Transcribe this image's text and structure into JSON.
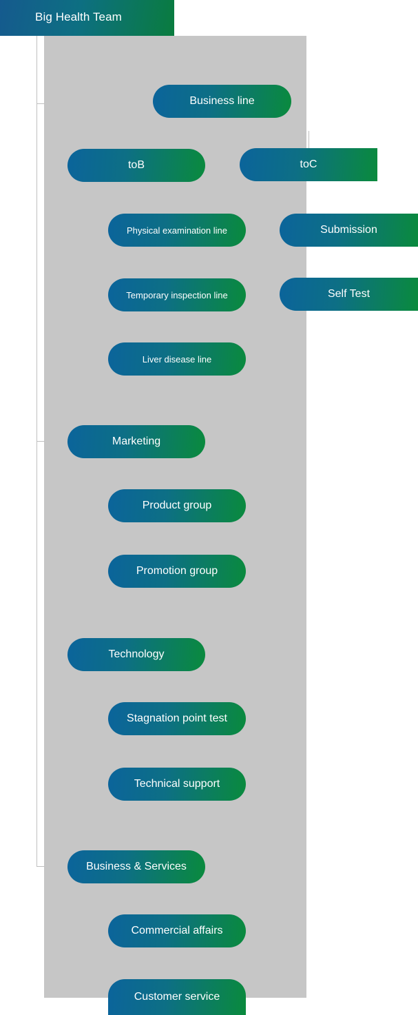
{
  "header": {
    "title": "Big Health Team"
  },
  "colors": {
    "pill_gradient_start": "#0b649b",
    "pill_gradient_end": "#0a8a3d",
    "header_gradient_start": "#155a8e",
    "header_gradient_end": "#0a7c3e",
    "panel_background": "#c6c6c6",
    "rail_line": "#bfbfbf",
    "pill_text": "#ffffff"
  },
  "chart_data": {
    "type": "diagram",
    "title": "Big Health Team",
    "orientation": "vertical-tree",
    "root": "Big Health Team",
    "nodes": [
      {
        "label": "Business line",
        "level": 1
      },
      {
        "label": "toB",
        "level": 2
      },
      {
        "label": "toC",
        "level": 2
      },
      {
        "label": "Physical examination line",
        "level": 3,
        "parent": "toB"
      },
      {
        "label": "Submission",
        "level": 3,
        "parent": "toC"
      },
      {
        "label": "Temporary inspection line",
        "level": 3,
        "parent": "toB"
      },
      {
        "label": "Self Test",
        "level": 3,
        "parent": "toC"
      },
      {
        "label": "Liver disease line",
        "level": 3,
        "parent": "toB"
      },
      {
        "label": "Marketing",
        "level": 2
      },
      {
        "label": "Product group",
        "level": 3,
        "parent": "Marketing"
      },
      {
        "label": "Promotion group",
        "level": 3,
        "parent": "Marketing"
      },
      {
        "label": "Technology",
        "level": 2
      },
      {
        "label": "Stagnation point test",
        "level": 3,
        "parent": "Technology"
      },
      {
        "label": "Technical support",
        "level": 3,
        "parent": "Technology"
      },
      {
        "label": "Business & Services",
        "level": 2
      },
      {
        "label": "Commercial affairs",
        "level": 3,
        "parent": "Business & Services"
      },
      {
        "label": "Customer service",
        "level": 3,
        "parent": "Business & Services"
      }
    ]
  },
  "nodes": {
    "business_line": "Business line",
    "tob": "toB",
    "toc": "toC",
    "physical_examination_line": "Physical examination line",
    "submission": "Submission",
    "temporary_inspection_line": "Temporary inspection line",
    "self_test": "Self Test",
    "liver_disease_line": "Liver disease line",
    "marketing": "Marketing",
    "product_group": "Product group",
    "promotion_group": "Promotion group",
    "technology": "Technology",
    "stagnation_point_test": "Stagnation point test",
    "technical_support": "Technical support",
    "business_and_services": "Business & Services",
    "commercial_affairs": "Commercial affairs",
    "customer_service": "Customer service"
  }
}
